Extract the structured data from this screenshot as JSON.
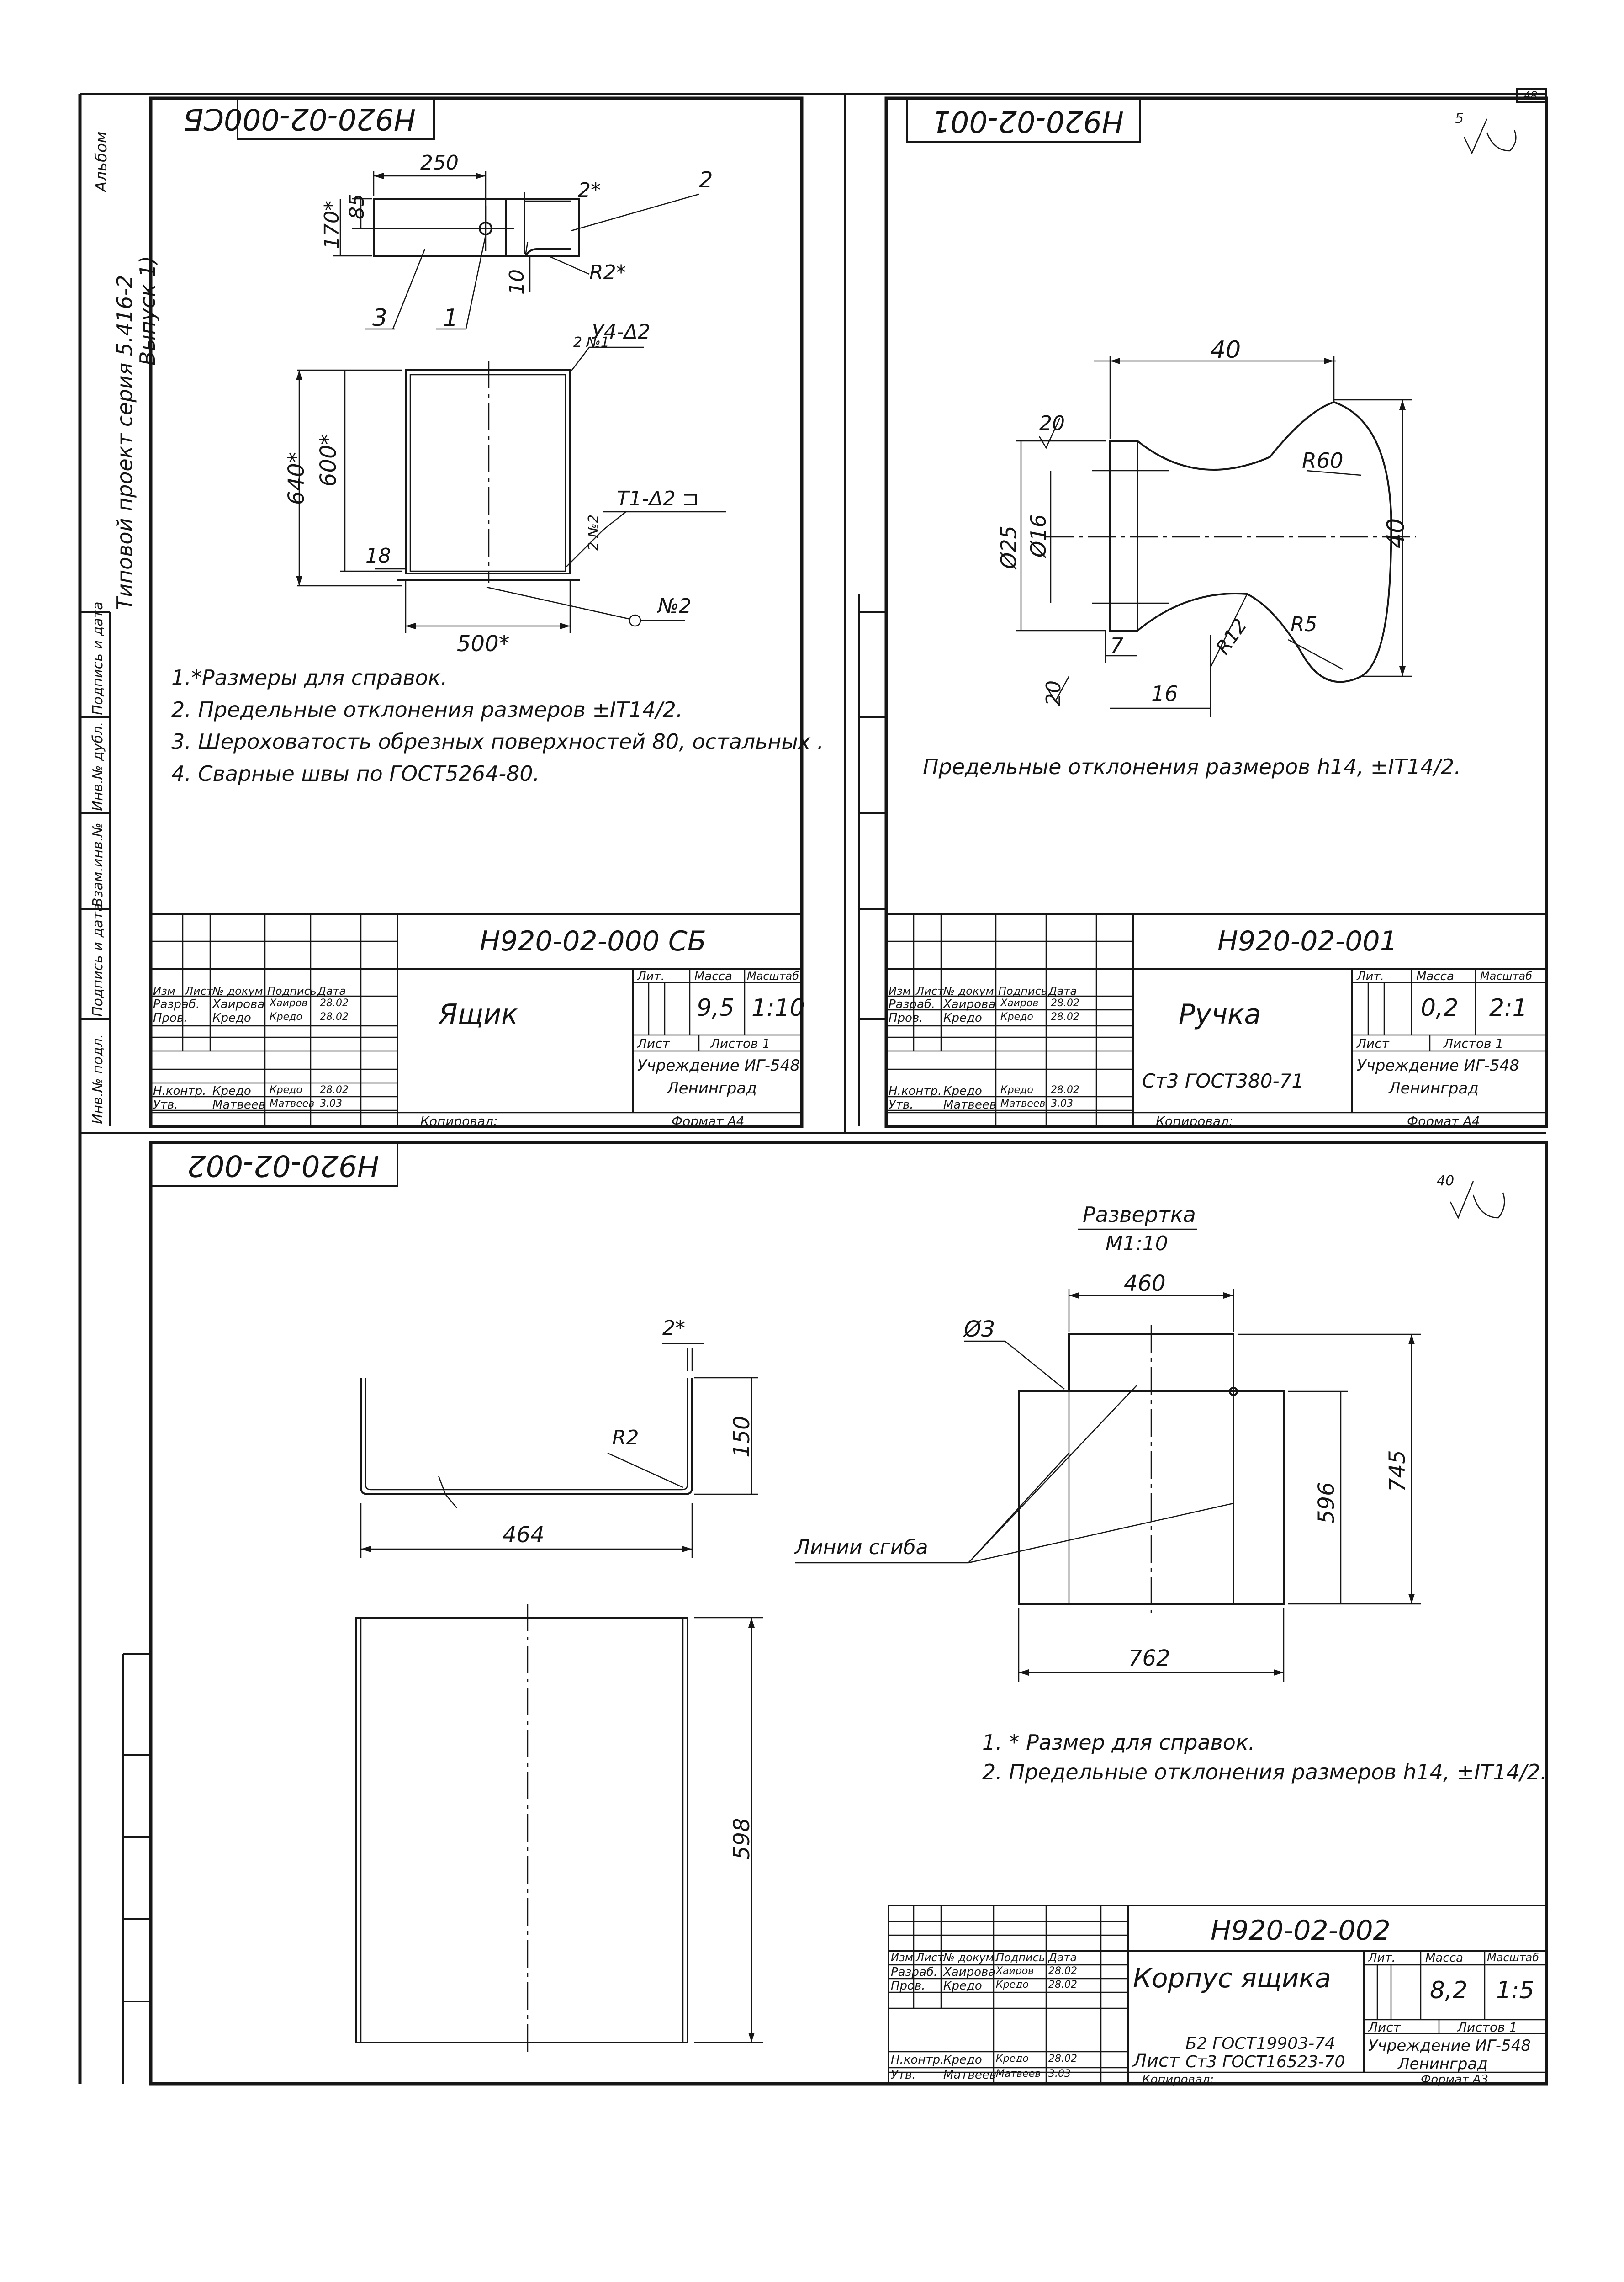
{
  "margin": {
    "corner_mark": "Альбом",
    "project_line1": "Типовой проект серия 5.416-2",
    "project_line2": "Выпуск 1)",
    "stamp_cells": [
      "Инв.№ подл.",
      "Подпись и дата",
      "Взам.инв.№",
      "Инв.№ дубл.",
      "Подпись и дата"
    ]
  },
  "sheet_number": "48",
  "drawing1": {
    "code_rotated": "Н920-02-000СБ",
    "dims": {
      "d250": "250",
      "d85": "85",
      "d170": "170*",
      "d2": "2*",
      "d10": "10",
      "r2": "R2*",
      "d640": "640*",
      "d600": "600*",
      "d18": "18",
      "d500": "500*"
    },
    "callouts": {
      "c1": "1",
      "c2": "2",
      "c3": "3",
      "n2": "№2",
      "n1": "2 №1",
      "weld_top": "У4-Δ2",
      "weld_side": "Т1-Δ2 ⊐",
      "weld_n2": "2 №2"
    },
    "notes": [
      "1.*Размеры для справок.",
      "2. Предельные отклонения размеров ±IT14/2.",
      "3. Шероховатость обрезных поверхностей 80, остальных .",
      "4. Сварные швы по ГОСТ5264-80."
    ],
    "title_block": {
      "code": "Н920-02-000 СБ",
      "name": "Ящик",
      "headers": [
        "Изм",
        "Лист",
        "№ докум.",
        "Подпись",
        "Дата"
      ],
      "rows": [
        [
          "Разраб.",
          "Хаирова",
          "Хаиров",
          "28.02"
        ],
        [
          "Пров.",
          "Кредо",
          "Кредо",
          "28.02"
        ],
        [
          "Н.контр.",
          "Кредо",
          "Кредо",
          "28.02"
        ],
        [
          "Утв.",
          "Матвеев",
          "Матвеев",
          "3.03"
        ]
      ],
      "lit_label": "Лит.",
      "mass_label": "Масса",
      "scale_label": "Масштаб",
      "mass": "9,5",
      "scale": "1:10",
      "sheet_label": "Лист",
      "sheets_label": "Листов 1",
      "org1": "Учреждение ИГ-548",
      "org2": "Ленинград",
      "copied": "Копировал:",
      "format": "Формат А4"
    }
  },
  "drawing2": {
    "code_rotated": "Н920-02-001",
    "roughness": "5",
    "dims": {
      "d40h": "40",
      "d40v": "40",
      "r60": "R60",
      "d20a": "20",
      "d20b": "20",
      "d25": "Ø25",
      "d16d": "Ø16",
      "d7": "7",
      "d16": "16",
      "r12": "R12",
      "r5": "R5"
    },
    "note": "Предельные отклонения размеров h14, ±IT14/2.",
    "title_block": {
      "code": "Н920-02-001",
      "name": "Ручка",
      "material": "Ст3 ГОСТ380-71",
      "headers": [
        "Изм",
        "Лист",
        "№ докум.",
        "Подпись",
        "Дата"
      ],
      "rows": [
        [
          "Разраб.",
          "Хаирова",
          "Хаиров",
          "28.02"
        ],
        [
          "Пров.",
          "Кредо",
          "Кредо",
          "28.02"
        ],
        [
          "Н.контр.",
          "Кредо",
          "Кредо",
          "28.02"
        ],
        [
          "Утв.",
          "Матвеев",
          "Матвеев",
          "3.03"
        ]
      ],
      "lit_label": "Лит.",
      "mass_label": "Масса",
      "scale_label": "Масштаб",
      "mass": "0,2",
      "scale": "2:1",
      "sheet_label": "Лист",
      "sheets_label": "Листов 1",
      "org1": "Учреждение ИГ-548",
      "org2": "Ленинград",
      "copied": "Копировал:",
      "format": "Формат А4"
    }
  },
  "drawing3": {
    "code_rotated": "Н920-02-002",
    "roughness": "40",
    "dims": {
      "d2": "2*",
      "r2": "R2",
      "d150": "150",
      "d464": "464",
      "d598": "598",
      "d460": "460",
      "d3": "Ø3",
      "d596": "596",
      "d745": "745",
      "d762": "762"
    },
    "unfold_title": "Развертка",
    "unfold_scale": "М1:10",
    "bend_lines": "Линии сгиба",
    "notes": [
      "1. * Размер для справок.",
      "2. Предельные отклонения размеров h14, ±IT14/2."
    ],
    "title_block": {
      "code": "Н920-02-002",
      "name": "Корпус ящика",
      "material1": "Б2 ГОСТ19903-74",
      "material2": "Ст3 ГОСТ16523-70",
      "material_prefix": "Лист",
      "headers": [
        "Изм",
        "Лист",
        "№ докум.",
        "Подпись",
        "Дата"
      ],
      "rows": [
        [
          "Разраб.",
          "Хаирова",
          "Хаиров",
          "28.02"
        ],
        [
          "Пров.",
          "Кредо",
          "Кредо",
          "28.02"
        ],
        [
          "Н.контр.",
          "Кредо",
          "Кредо",
          "28.02"
        ],
        [
          "Утв.",
          "Матвеев",
          "Матвеев",
          "3.03"
        ]
      ],
      "lit_label": "Лит.",
      "mass_label": "Масса",
      "scale_label": "Масштаб",
      "mass": "8,2",
      "scale": "1:5",
      "sheet_label": "Лист",
      "sheets_label": "Листов 1",
      "org1": "Учреждение ИГ-548",
      "org2": "Ленинград",
      "copied": "Копировал:",
      "format": "Формат А3"
    }
  }
}
